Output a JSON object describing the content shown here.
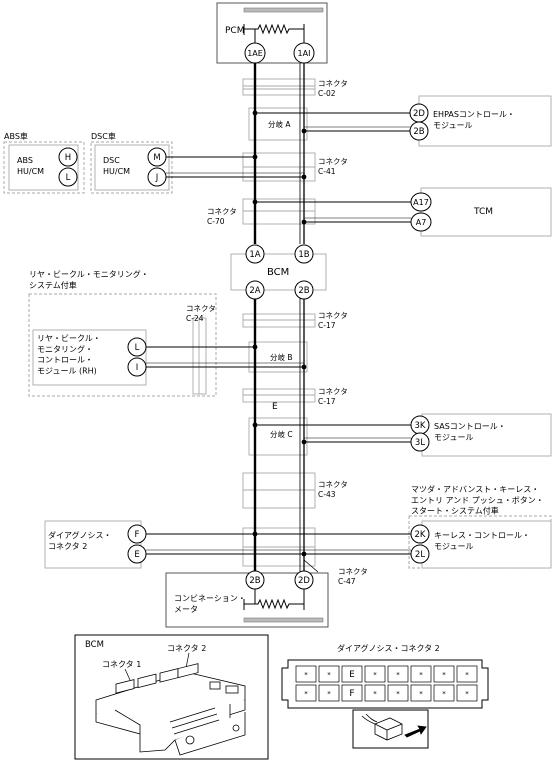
{
  "pcm": {
    "label": "PCM",
    "pin_left": "1AE",
    "pin_right": "1AI"
  },
  "connectors": {
    "c02": "コネクタ\nC-02",
    "c41": "コネクタ\nC-41",
    "c70": "コネクタ\nC-70",
    "c17a": "コネクタ\nC-17",
    "c24": "コネクタ\nC-24",
    "c17b": "コネクタ\nC-17",
    "c43": "コネクタ\nC-43",
    "c47": "コネクタ\nC-47"
  },
  "branches": {
    "a": "分岐 A",
    "b": "分岐 B",
    "c": "分岐 C",
    "e_mark": "E"
  },
  "ehpas": {
    "label": "EHPASコントロール・\nモジュール",
    "pin1": "2D",
    "pin2": "2B"
  },
  "abs": {
    "header": "ABS車",
    "label": "ABS\nHU/CM",
    "pin1": "H",
    "pin2": "L"
  },
  "dsc": {
    "header": "DSC車",
    "label": "DSC\nHU/CM",
    "pin1": "M",
    "pin2": "J"
  },
  "tcm": {
    "label": "TCM",
    "pin1": "A17",
    "pin2": "A7"
  },
  "bcm": {
    "label": "BCM",
    "pin_1a": "1A",
    "pin_1b": "1B",
    "pin_2a": "2A",
    "pin_2b": "2B"
  },
  "rvm": {
    "header": "リヤ・ビークル・モニタリング・\nシステム付車",
    "label": "リヤ・ビークル・\nモニタリング・\nコントロール・\nモジュール (RH)",
    "pin1": "L",
    "pin2": "I"
  },
  "sas": {
    "label": "SASコントロール・\nモジュール",
    "pin1": "3K",
    "pin2": "3L"
  },
  "keyless": {
    "header": "マツダ・アドバンスト・キーレス・\nエントリ アンド プッシュ・ボタン・\nスタート・システム付車",
    "label": "キーレス・コントロール・\nモジュール",
    "pin1": "2K",
    "pin2": "2L"
  },
  "diag": {
    "label": "ダイアグノシス・\nコネクタ 2",
    "pin1": "F",
    "pin2": "E"
  },
  "combi": {
    "label": "コンビネーション・\nメータ",
    "pin1": "2B",
    "pin2": "2D"
  },
  "bcm_detail": {
    "title": "BCM",
    "connector1": "コネクタ 1",
    "connector2": "コネクタ 2"
  },
  "diag_detail": {
    "title": "ダイアグノシス・コネクタ 2",
    "row1": [
      "*",
      "*",
      "E",
      "*",
      "*",
      "*",
      "*",
      "*"
    ],
    "row2": [
      "*",
      "*",
      "F",
      "*",
      "*",
      "*",
      "*",
      "*"
    ]
  }
}
